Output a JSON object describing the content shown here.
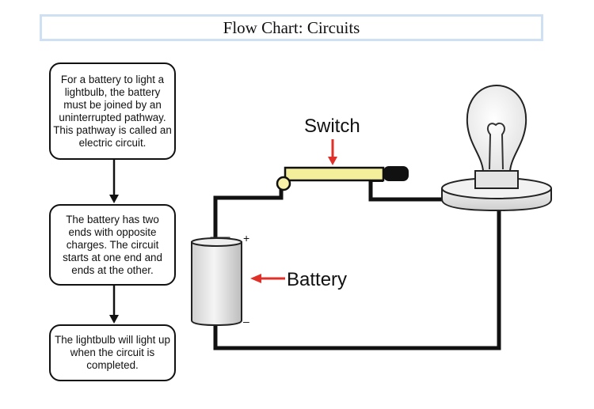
{
  "title": "Flow Chart: Circuits",
  "flow_steps": [
    "For a battery to light a lightbulb, the battery must be joined by an uninterrupted pathway. This pathway is called an electric circuit.",
    "The battery has two ends with opposite charges. The circuit starts at one end and ends at the other.",
    "The lightbulb will light up when the circuit is completed."
  ],
  "labels": {
    "switch": "Switch",
    "battery": "Battery",
    "plus": "+",
    "minus": "–"
  },
  "colors": {
    "title_border": "#cfe0f3",
    "wire": "#111111",
    "pointer_arrow": "#e0302a",
    "switch_lever": "#f4ef9a",
    "battery_body": "#e6e6e6"
  }
}
